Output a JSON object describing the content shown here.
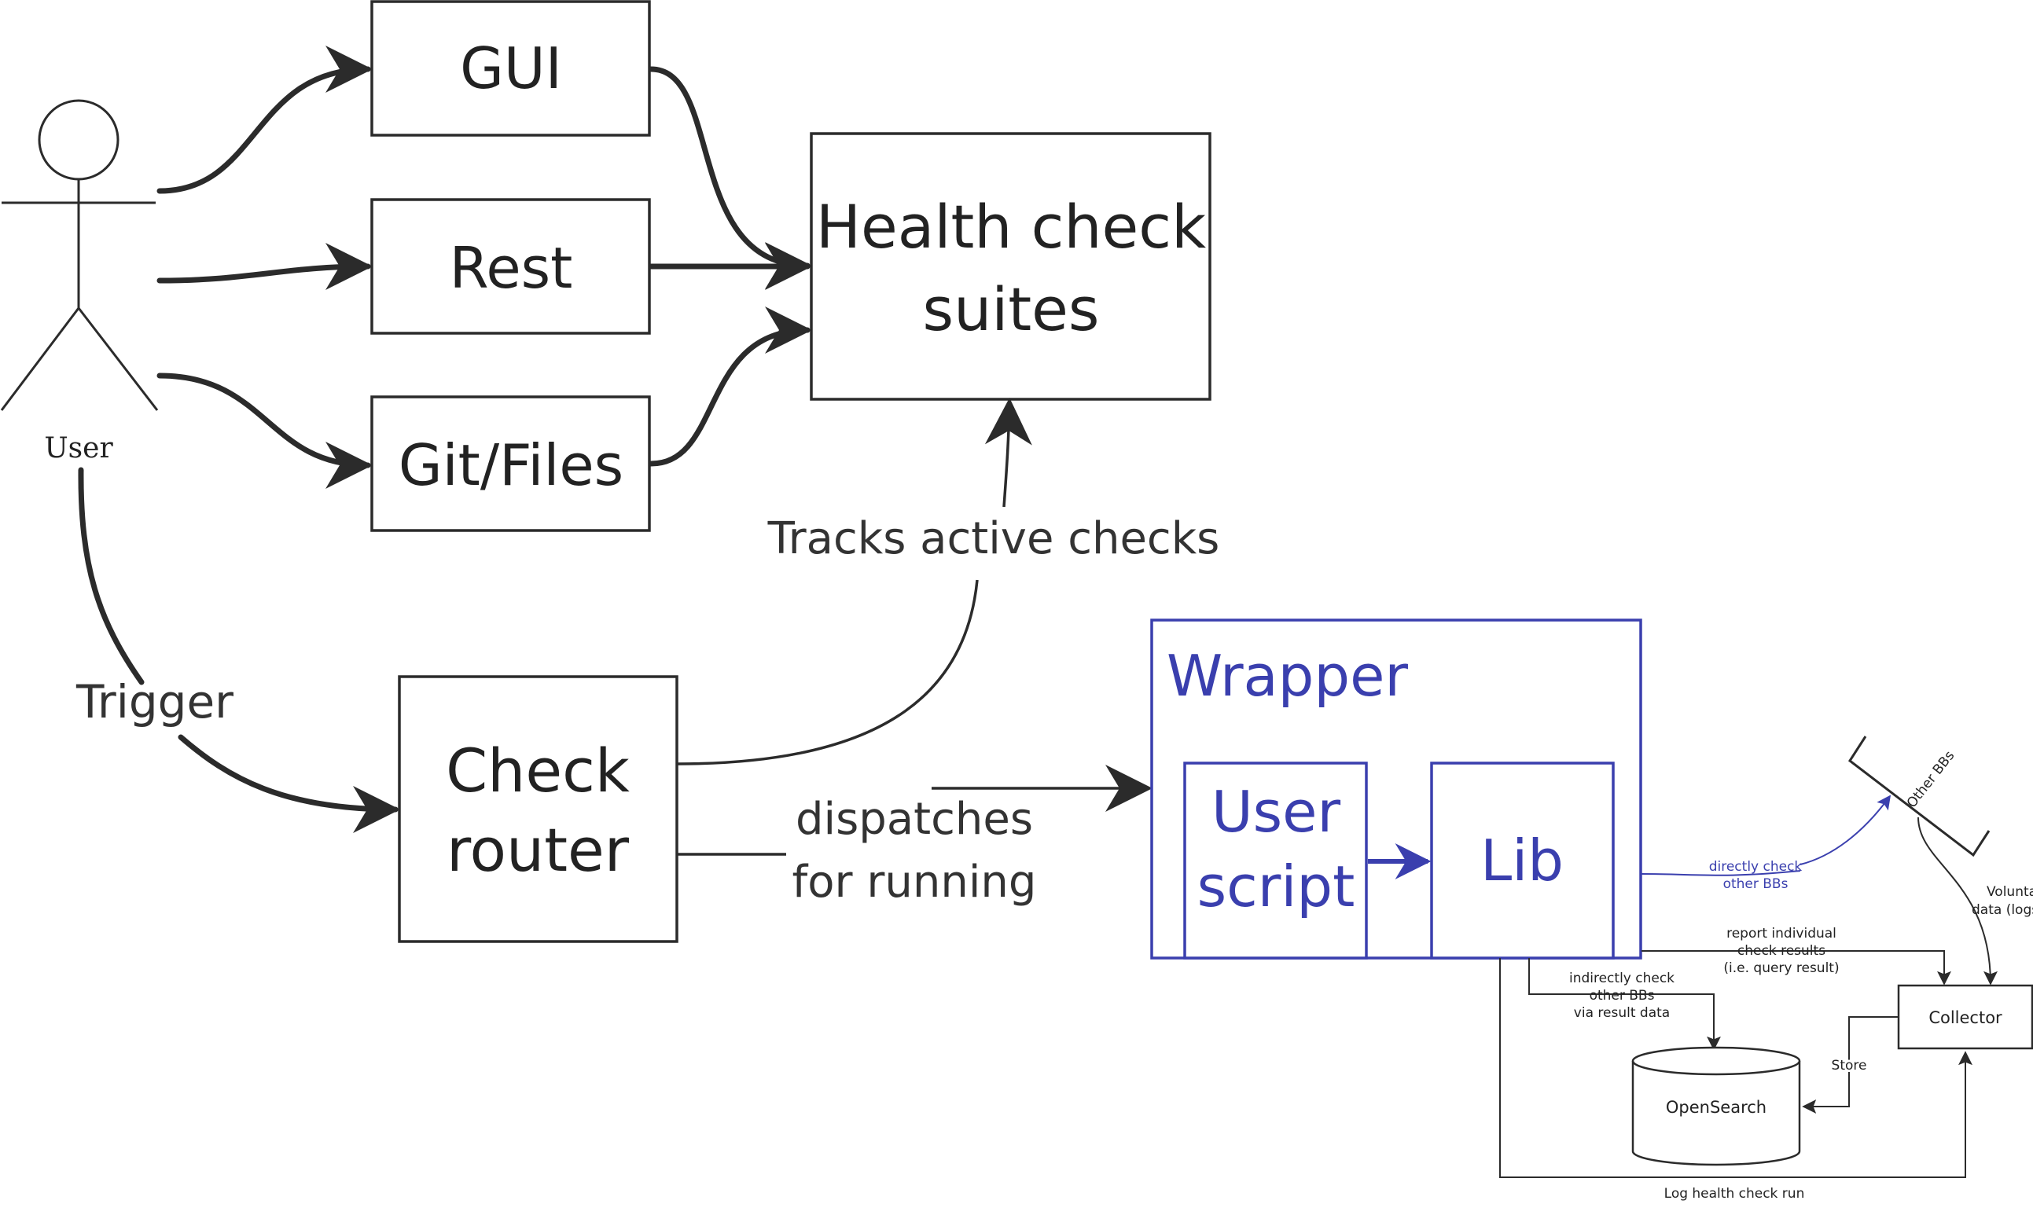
{
  "actor": {
    "label": "User"
  },
  "inputs": {
    "gui": "GUI",
    "rest": "Rest",
    "git_files": "Git/Files"
  },
  "suites": {
    "line1": "Health check",
    "line2": "suites"
  },
  "router": {
    "line1": "Check",
    "line2": "router"
  },
  "edges": {
    "trigger": "Trigger",
    "tracks": "Tracks active checks",
    "dispatch_line1": "dispatches",
    "dispatch_line2": "for running"
  },
  "wrapper": {
    "title": "Wrapper",
    "user_script_line1": "User",
    "user_script_line2": "script",
    "lib": "Lib"
  },
  "detail": {
    "directly_line1": "directly check",
    "directly_line2": "other BBs",
    "other_bbs": "Other BBs",
    "voluntary_line1": "Voluntar",
    "voluntary_line2": "data (logs,",
    "report_line1": "report individual",
    "report_line2": "check results",
    "report_line3": "(i.e. query result)",
    "indirect_line1": "indirectly check",
    "indirect_line2": "other BBs",
    "indirect_line3": "via result data",
    "collector": "Collector",
    "store": "Store",
    "opensearch": "OpenSearch",
    "log_run": "Log health check run"
  },
  "colors": {
    "ink": "#222222",
    "accent": "#3a3fae"
  }
}
